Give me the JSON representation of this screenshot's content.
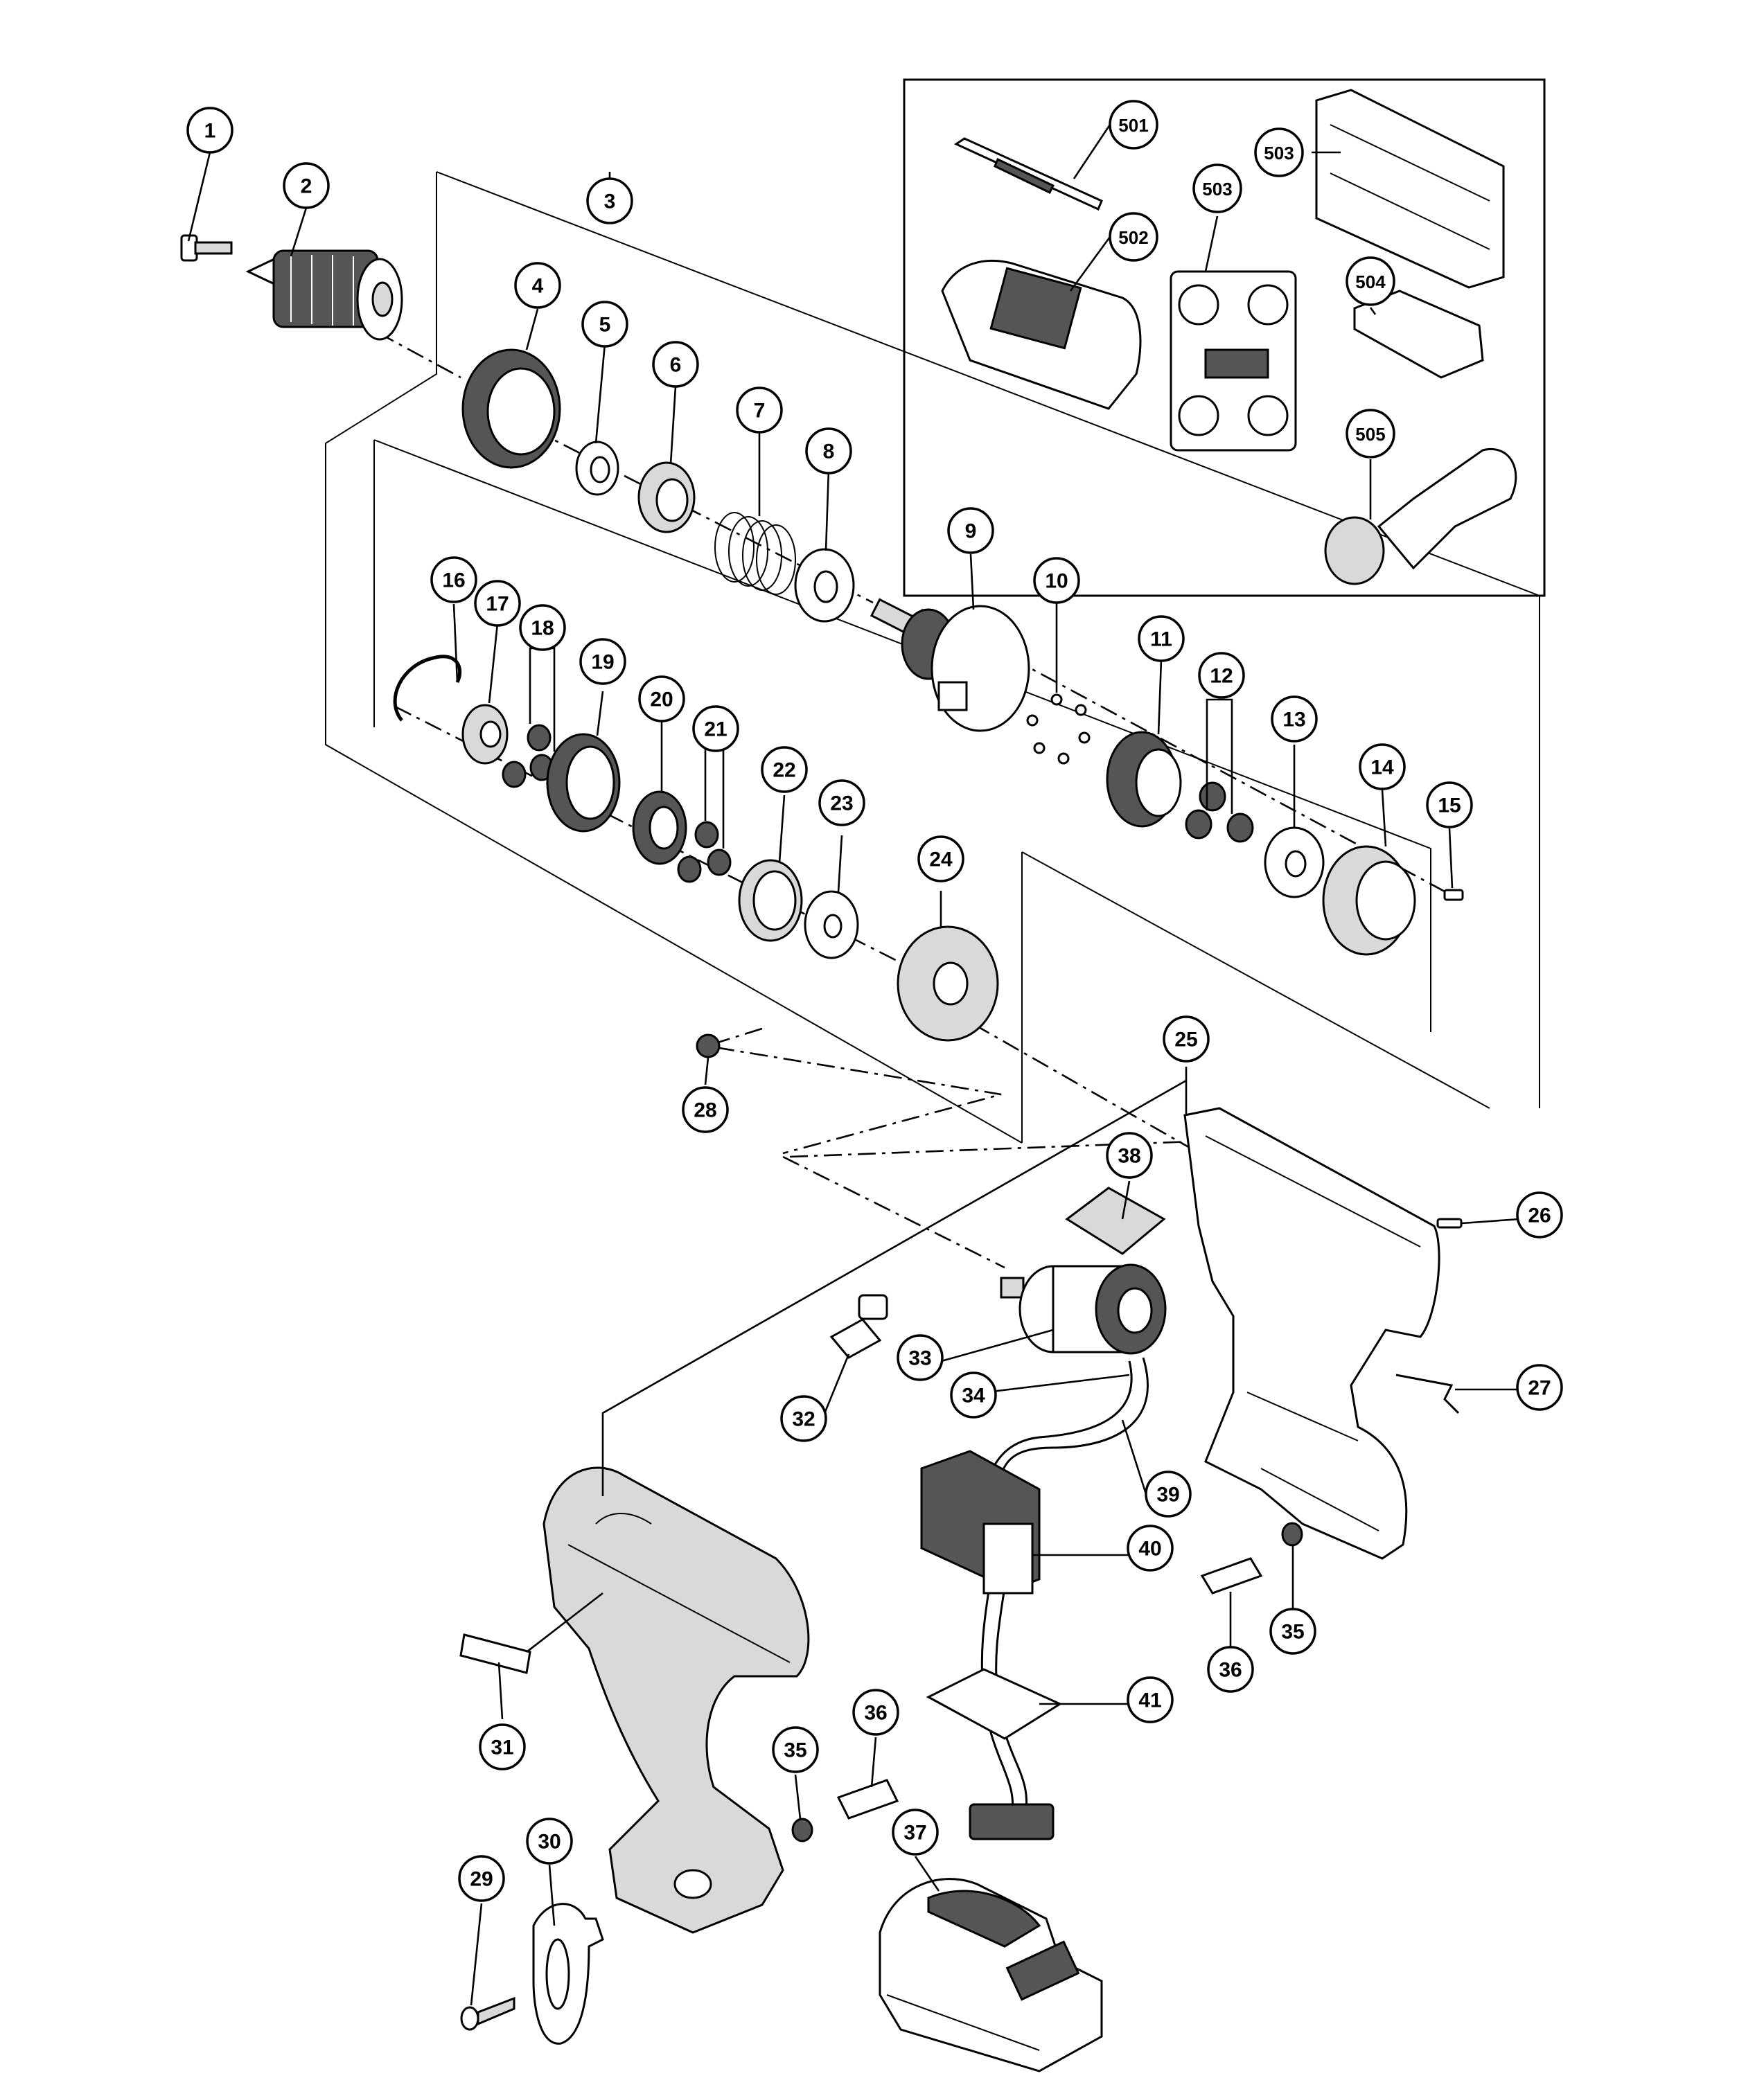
{
  "title": "",
  "callouts": [
    "1",
    "2",
    "3",
    "4",
    "5",
    "6",
    "7",
    "8",
    "9",
    "10",
    "11",
    "12",
    "13",
    "14",
    "15",
    "16",
    "17",
    "18",
    "19",
    "20",
    "21",
    "22",
    "23",
    "24",
    "25",
    "26",
    "27",
    "28",
    "29",
    "30",
    "31",
    "32",
    "33",
    "34",
    "35",
    "35",
    "36",
    "36",
    "37",
    "38",
    "39",
    "40",
    "41",
    "501",
    "502",
    "503",
    "503",
    "504",
    "505"
  ],
  "parts": [
    {
      "ref": "1",
      "name": "screw"
    },
    {
      "ref": "2",
      "name": "drill-chuck"
    },
    {
      "ref": "3",
      "name": "gear-assembly"
    },
    {
      "ref": "4",
      "name": "clutch-dial"
    },
    {
      "ref": "5",
      "name": "ring"
    },
    {
      "ref": "6",
      "name": "nut"
    },
    {
      "ref": "7",
      "name": "spring"
    },
    {
      "ref": "8",
      "name": "washer"
    },
    {
      "ref": "9",
      "name": "spindle-case"
    },
    {
      "ref": "10",
      "name": "steel-balls"
    },
    {
      "ref": "11",
      "name": "ring-gear"
    },
    {
      "ref": "12",
      "name": "planet-gears"
    },
    {
      "ref": "13",
      "name": "washer"
    },
    {
      "ref": "14",
      "name": "gear-case"
    },
    {
      "ref": "15",
      "name": "screw"
    },
    {
      "ref": "16",
      "name": "retaining-ring"
    },
    {
      "ref": "17",
      "name": "carrier"
    },
    {
      "ref": "18",
      "name": "planet-gears"
    },
    {
      "ref": "19",
      "name": "ring-gear"
    },
    {
      "ref": "20",
      "name": "carrier"
    },
    {
      "ref": "21",
      "name": "planet-gears"
    },
    {
      "ref": "22",
      "name": "ring"
    },
    {
      "ref": "23",
      "name": "washer"
    },
    {
      "ref": "24",
      "name": "motor-plate"
    },
    {
      "ref": "25",
      "name": "housing-set"
    },
    {
      "ref": "26",
      "name": "screw"
    },
    {
      "ref": "27",
      "name": "spring"
    },
    {
      "ref": "28",
      "name": "nut"
    },
    {
      "ref": "29",
      "name": "screw"
    },
    {
      "ref": "30",
      "name": "hook"
    },
    {
      "ref": "31",
      "name": "label"
    },
    {
      "ref": "32",
      "name": "switch-lever"
    },
    {
      "ref": "33",
      "name": "dc-motor"
    },
    {
      "ref": "34",
      "name": "terminal"
    },
    {
      "ref": "35",
      "name": "nut"
    },
    {
      "ref": "36",
      "name": "magnet"
    },
    {
      "ref": "37",
      "name": "battery"
    },
    {
      "ref": "38",
      "name": "led-board"
    },
    {
      "ref": "39",
      "name": "internal-wire"
    },
    {
      "ref": "40",
      "name": "switch"
    },
    {
      "ref": "41",
      "name": "terminal-block"
    },
    {
      "ref": "501",
      "name": "bit"
    },
    {
      "ref": "502",
      "name": "charger"
    },
    {
      "ref": "503",
      "name": "case"
    },
    {
      "ref": "504",
      "name": "adapter"
    },
    {
      "ref": "505",
      "name": "light"
    }
  ]
}
